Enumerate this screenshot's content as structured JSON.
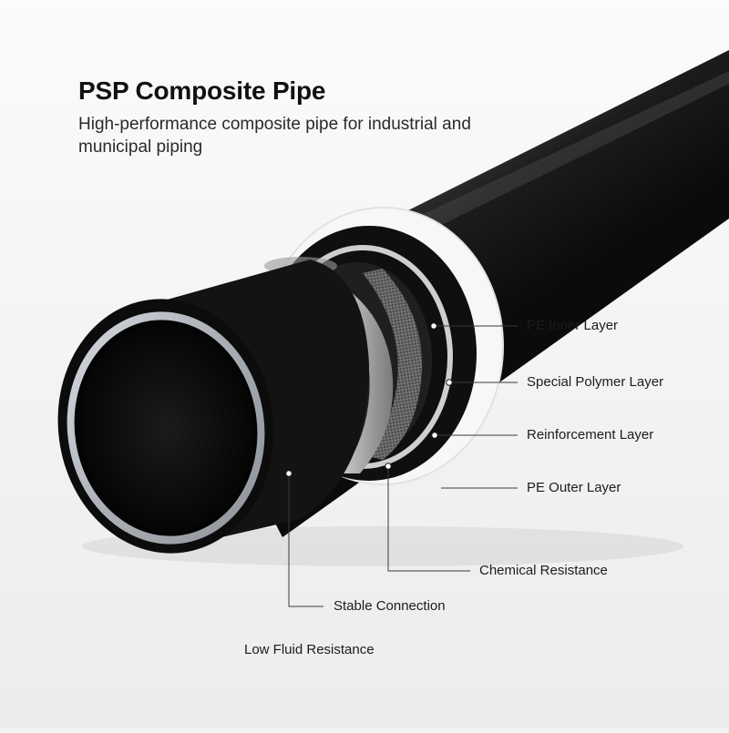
{
  "header": {
    "title": "PSP Composite Pipe",
    "subtitle": "High-performance composite pipe for industrial and municipal piping"
  },
  "callouts": {
    "pe_inner_layer": "PE Inner Layer",
    "special_polymer_layer": "Special Polymer Layer",
    "reinforcement_layer": "Reinforcement Layer",
    "pe_outer_layer": "PE Outer Layer",
    "chemical_resistance": "Chemical Resistance",
    "stable_connection": "Stable Connection",
    "low_fluid_resistance": "Low Fluid Resistance"
  },
  "colors": {
    "background": "#f3f3f3",
    "pipe_black": "#141414",
    "inner_liner": "#b9bec4",
    "reinforcement_mesh": "#5a5a5a"
  }
}
